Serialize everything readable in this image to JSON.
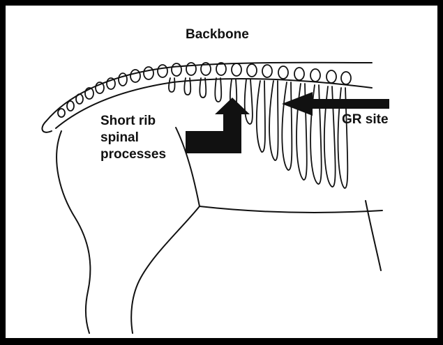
{
  "diagram": {
    "labels": {
      "backbone": "Backbone",
      "gr_site": "GR site",
      "short_rib_lines": [
        "Short rib",
        "spinal",
        "processes"
      ]
    },
    "colors": {
      "background": "#ffffff",
      "border": "#000000",
      "ink": "#111111"
    }
  }
}
